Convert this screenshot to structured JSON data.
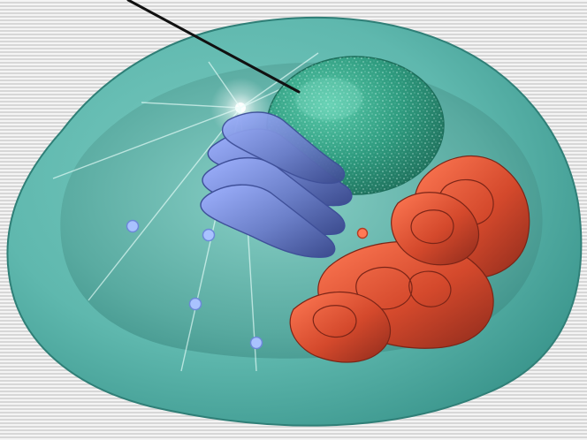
{
  "image": {
    "subject": "cell-3d-illustration",
    "colors": {
      "background_stripe_light": "#f4f4f4",
      "background_stripe_dark": "#d7d7d7",
      "cytoplasm_teal": "#5fb8ae",
      "membrane_teal": "#48a89f",
      "nucleus_green": "#2f9b7f",
      "golgi_blue": "#6b7fc8",
      "er_red": "#d4492c",
      "pointer_black": "#111111"
    },
    "icons": {
      "pointer": "arrow-line",
      "vesicle": "dot"
    }
  }
}
